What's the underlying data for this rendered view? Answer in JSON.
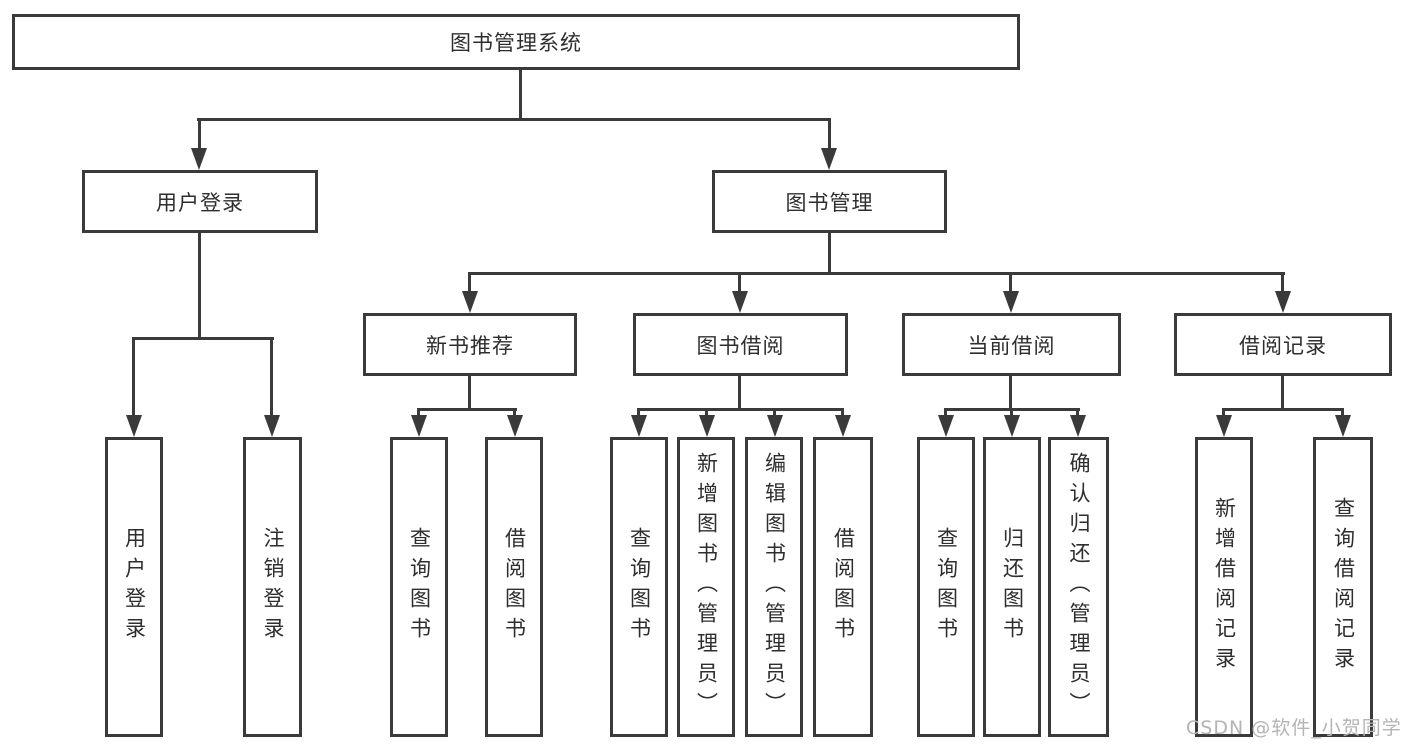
{
  "tree": {
    "root": {
      "label": "图书管理系统"
    },
    "branches": [
      {
        "label": "用户登录",
        "children": [
          {
            "label": "用户登录"
          },
          {
            "label": "注销登录"
          }
        ]
      },
      {
        "label": "图书管理",
        "sections": [
          {
            "label": "新书推荐",
            "children": [
              {
                "label": "查询图书"
              },
              {
                "label": "借阅图书"
              }
            ]
          },
          {
            "label": "图书借阅",
            "children": [
              {
                "label": "查询图书"
              },
              {
                "label": "新增图书（管理员）"
              },
              {
                "label": "编辑图书（管理员）"
              },
              {
                "label": "借阅图书"
              }
            ]
          },
          {
            "label": "当前借阅",
            "children": [
              {
                "label": "查询图书"
              },
              {
                "label": "归还图书"
              },
              {
                "label": "确认归还（管理员）"
              }
            ]
          },
          {
            "label": "借阅记录",
            "children": [
              {
                "label": "新增借阅记录"
              },
              {
                "label": "查询借阅记录"
              }
            ]
          }
        ]
      }
    ]
  },
  "watermark": {
    "text": "CSDN @软件_小贺同学"
  },
  "colors": {
    "line": "#3a3a3a",
    "text": "#2e2e2e",
    "watermark": "#b4b4b4",
    "background": "#ffffff"
  }
}
